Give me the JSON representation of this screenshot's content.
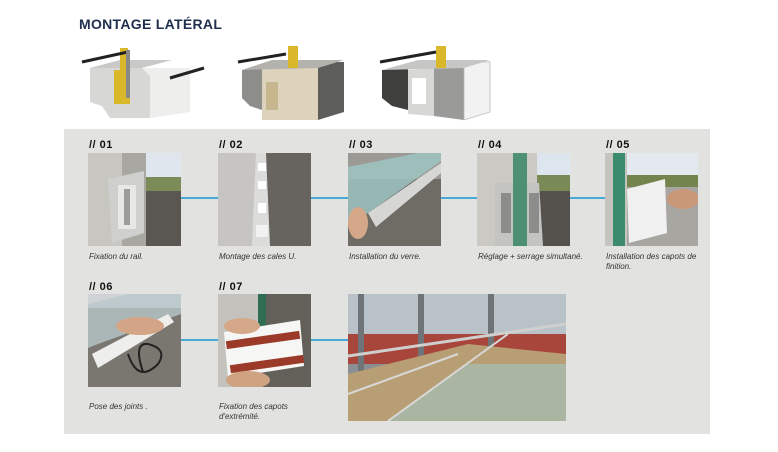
{
  "title": "MONTAGE LATÉRAL",
  "profiles": [
    {
      "icon": "rail-profile-open-icon"
    },
    {
      "icon": "rail-profile-beige-cover-icon"
    },
    {
      "icon": "rail-profile-grey-cover-icon"
    }
  ],
  "steps": [
    {
      "number": "// 01",
      "caption": "Fixation du rail."
    },
    {
      "number": "// 02",
      "caption": "Montage des cales U."
    },
    {
      "number": "// 03",
      "caption": "Installation du verre."
    },
    {
      "number": "// 04",
      "caption": "Réglage + serrage simultané."
    },
    {
      "number": "// 05",
      "caption": "Installation des capots de finition."
    },
    {
      "number": "// 06",
      "caption": "Pose des joints ."
    },
    {
      "number": "// 07",
      "caption": "Fixation des capots d'extrémité."
    }
  ],
  "colors": {
    "title": "#1f2f4d",
    "panel": "#e2e2e0",
    "connector": "#4aa8d8"
  }
}
